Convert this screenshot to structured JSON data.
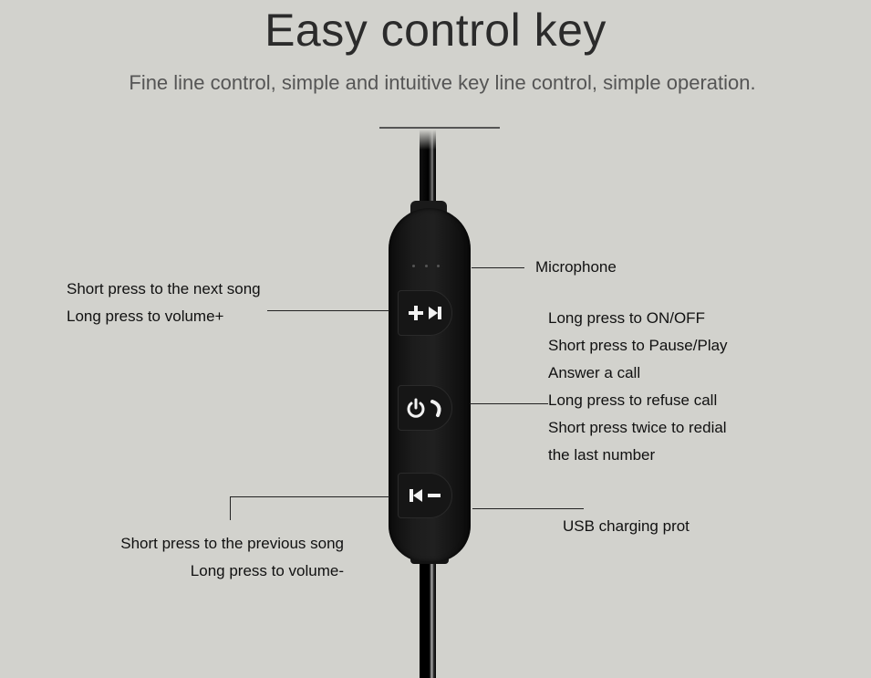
{
  "header": {
    "title": "Easy control key",
    "subtitle": "Fine line control, simple and intuitive key line control, simple operation."
  },
  "remote": {
    "buttons": [
      {
        "name": "next-volume-up",
        "icons": [
          "plus-icon",
          "skip-next-icon"
        ]
      },
      {
        "name": "power-call",
        "icons": [
          "power-icon",
          "phone-icon"
        ]
      },
      {
        "name": "prev-volume-down",
        "icons": [
          "skip-previous-icon",
          "minus-icon"
        ]
      }
    ]
  },
  "callouts": {
    "microphone": "Microphone",
    "next_button": [
      "Short press to the next song",
      "Long press to volume+"
    ],
    "power_button": [
      "Long press to ON/OFF",
      "Short press to Pause/Play",
      "Answer a call",
      "Long press to refuse call",
      "Short press twice to redial",
      "the last number"
    ],
    "prev_button": [
      "Short press to the previous song",
      "Long press to volume-"
    ],
    "usb": "USB charging prot"
  }
}
